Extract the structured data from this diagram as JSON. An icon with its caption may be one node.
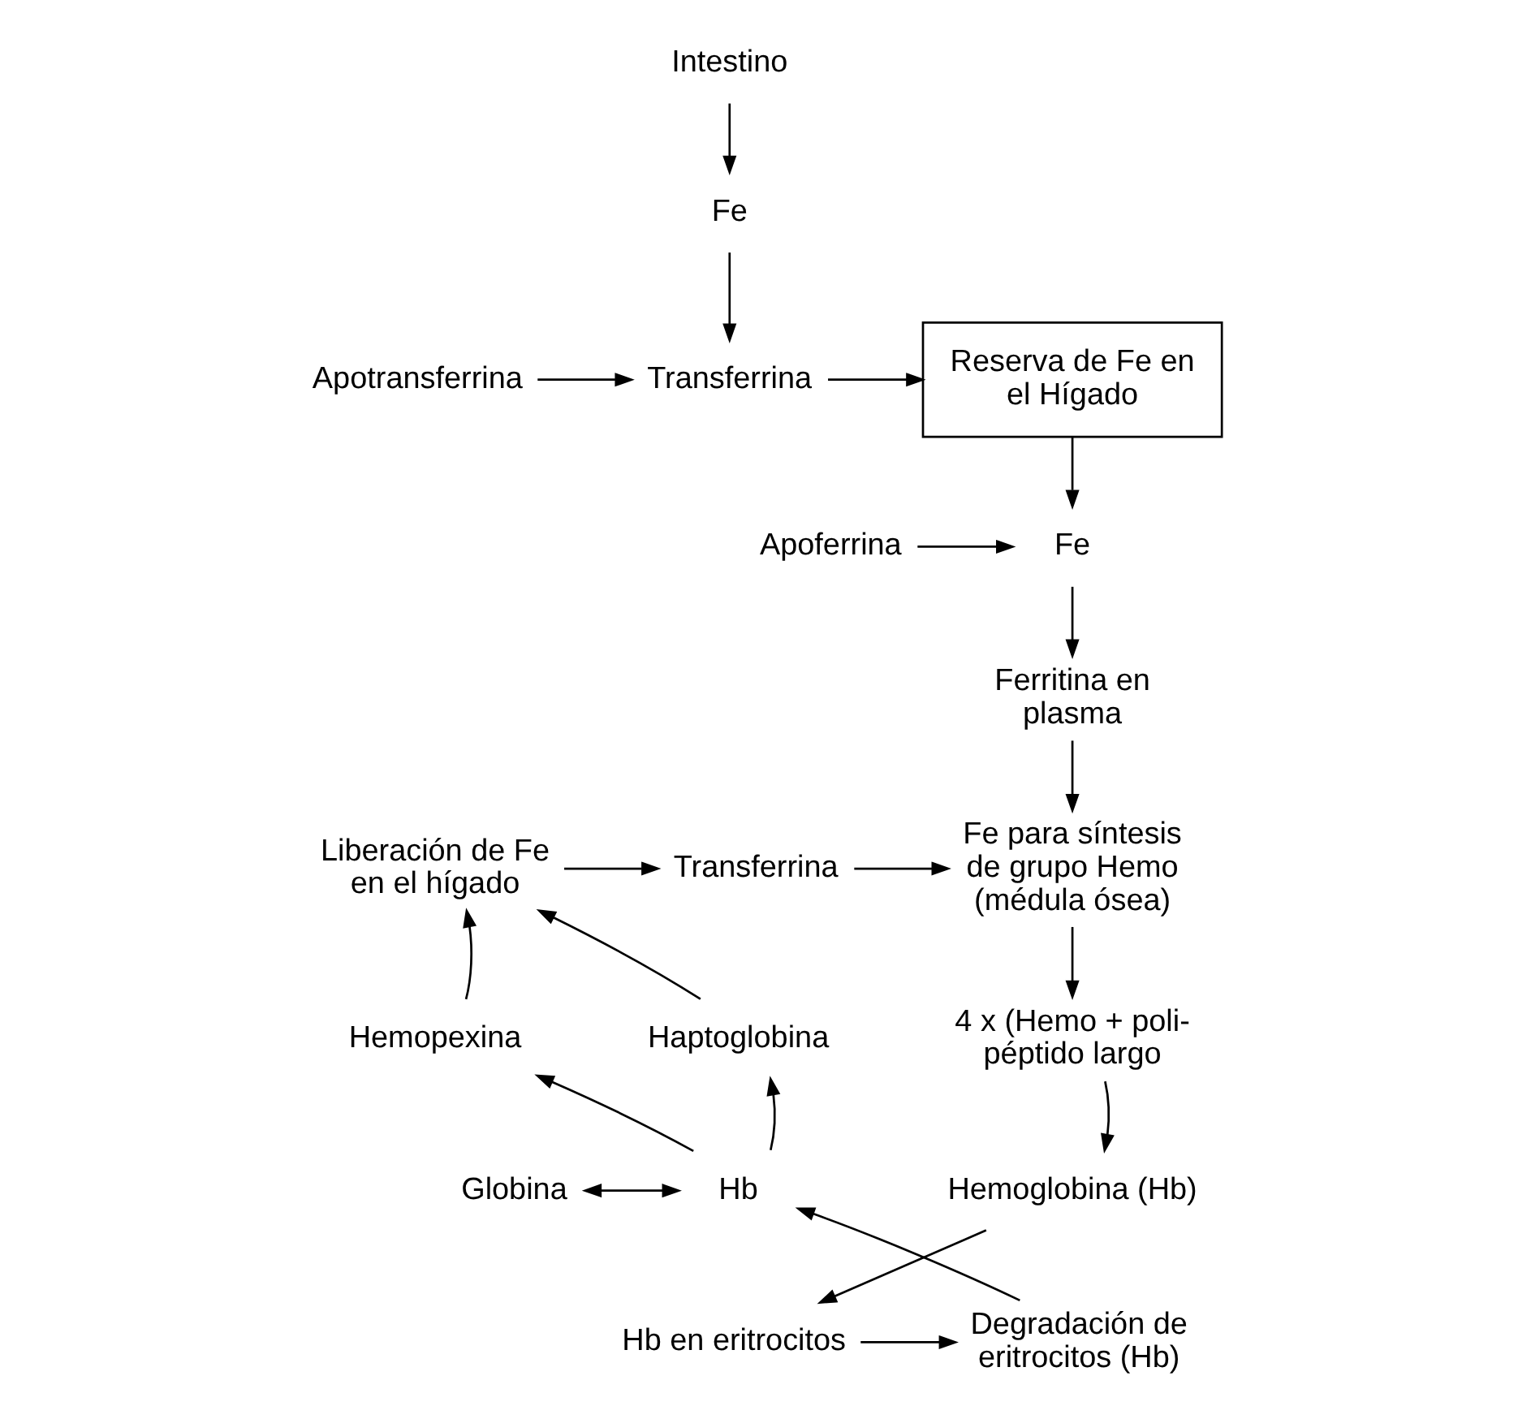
{
  "diagram": {
    "nodes": [
      {
        "text": [
          "Intestino"
        ]
      },
      {
        "text": [
          "Fe"
        ]
      },
      {
        "text": [
          "Apotransferrina"
        ]
      },
      {
        "text": [
          "Transferrina"
        ]
      },
      {
        "text": [
          "Reserva de Fe en el Hígado"
        ]
      },
      {
        "text": [
          "Fe"
        ]
      },
      {
        "text": [
          "Apoferrina"
        ]
      },
      {
        "text": [
          "Ferritina en plasma"
        ]
      },
      {
        "text": [
          "Fe para síntesis de grupo Hemo (médula ósea)"
        ]
      },
      {
        "text": [
          "Transferrina"
        ]
      },
      {
        "text": [
          "Liberación de Fe en el hígado"
        ]
      },
      {
        "text": [
          "Hemopexina"
        ]
      },
      {
        "text": [
          "Haptoglobina"
        ]
      },
      {
        "text": [
          "4 x (Hemo + poli- péptido largo"
        ]
      },
      {
        "text": [
          "Globina"
        ]
      },
      {
        "text": [
          "Hb"
        ]
      },
      {
        "text": [
          "Hemoglobina (Hb)"
        ]
      },
      {
        "text": [
          "Hb en eritrocitos"
        ]
      },
      {
        "text": [
          "Degradación de eritrocitos (Hb)"
        ]
      }
    ],
    "edges": [
      {
        "from": 0,
        "to": 1,
        "arrow": "to"
      },
      {
        "from": 1,
        "to": 3,
        "arrow": "to"
      },
      {
        "from": 2,
        "to": 3,
        "arrow": "to"
      },
      {
        "from": 3,
        "to": 4,
        "arrow": "to"
      },
      {
        "from": 4,
        "to": 5,
        "arrow": "to"
      },
      {
        "from": 6,
        "to": 5,
        "arrow": "to"
      },
      {
        "from": 5,
        "to": 7,
        "arrow": "to"
      },
      {
        "from": 7,
        "to": 8,
        "arrow": "to"
      },
      {
        "from": 9,
        "to": 8,
        "arrow": "to"
      },
      {
        "from": 10,
        "to": 9,
        "arrow": "to"
      },
      {
        "from": 11,
        "to": 10,
        "arrow": "to"
      },
      {
        "from": 12,
        "to": 10,
        "arrow": "to"
      },
      {
        "from": 15,
        "to": 11,
        "arrow": "to"
      },
      {
        "from": 15,
        "to": 12,
        "arrow": "to"
      },
      {
        "from": 14,
        "to": 15,
        "arrow": "both"
      },
      {
        "from": 18,
        "to": 15,
        "arrow": "to"
      },
      {
        "from": 8,
        "to": 13,
        "arrow": "to"
      },
      {
        "from": 13,
        "to": 16,
        "arrow": "to"
      },
      {
        "from": 16,
        "to": 17,
        "arrow": "to"
      },
      {
        "from": 17,
        "to": 18,
        "arrow": "to"
      }
    ]
  }
}
